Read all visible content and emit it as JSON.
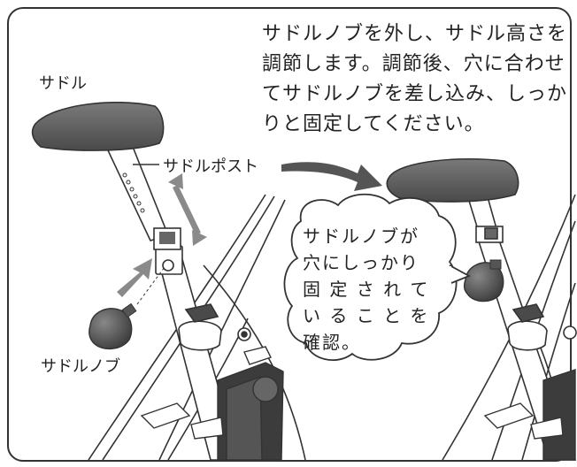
{
  "instruction": "サドルノブを外し、サドル高さを\n調節します。調節後、穴に合わせ\nてサドルノブを差し込み、しっか\nりと固定してください。",
  "labels": {
    "saddle": "サドル",
    "saddle_post": "サドルポスト",
    "saddle_knob": "サドルノブ"
  },
  "callout": "サドルノブが\n穴にしっかり\n固 定 さ れ て\nい る こ と を\n確認。",
  "colors": {
    "line": "#333333",
    "saddle_fill": "#5e5e5e",
    "arrow_gray": "#8a8a8a",
    "arrow_dark": "#555555"
  }
}
